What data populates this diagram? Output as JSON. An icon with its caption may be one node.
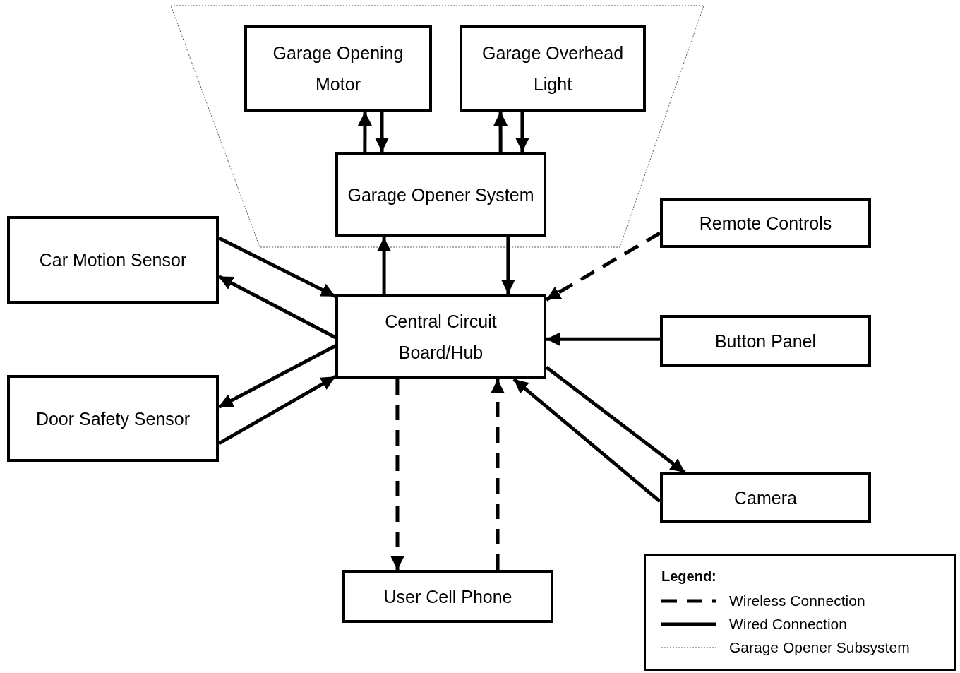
{
  "diagram": {
    "nodes": [
      {
        "text": [
          "Garage Opening Motor"
        ]
      },
      {
        "text": [
          "Garage Overhead Light"
        ]
      },
      {
        "text": [
          "Garage Opener System"
        ]
      },
      {
        "text": [
          "Car Motion Sensor"
        ]
      },
      {
        "text": [
          "Remote Controls"
        ]
      },
      {
        "text": [
          "Central Circuit Board/Hub"
        ]
      },
      {
        "text": [
          "Button Panel"
        ]
      },
      {
        "text": [
          "Door Safety Sensor"
        ]
      },
      {
        "text": [
          "Camera"
        ]
      },
      {
        "text": [
          "User Cell Phone"
        ]
      }
    ],
    "edges": [
      {
        "from": 2,
        "to": 0,
        "arrow": "to"
      },
      {
        "from": 0,
        "to": 2,
        "arrow": "to"
      },
      {
        "from": 2,
        "to": 1,
        "arrow": "to"
      },
      {
        "from": 1,
        "to": 2,
        "arrow": "to"
      },
      {
        "from": 5,
        "to": 2,
        "arrow": "to"
      },
      {
        "from": 2,
        "to": 5,
        "arrow": "to"
      },
      {
        "from": 3,
        "to": 5,
        "arrow": "to"
      },
      {
        "from": 5,
        "to": 3,
        "arrow": "to"
      },
      {
        "from": 5,
        "to": 7,
        "arrow": "to"
      },
      {
        "from": 7,
        "to": 5,
        "arrow": "to"
      },
      {
        "from": 4,
        "to": 5,
        "arrow": "to",
        "style": "dashed"
      },
      {
        "from": 6,
        "to": 5,
        "arrow": "to"
      },
      {
        "from": 5,
        "to": 8,
        "arrow": "to"
      },
      {
        "from": 8,
        "to": 5,
        "arrow": "to"
      },
      {
        "from": 5,
        "to": 9,
        "arrow": "to",
        "style": "dashed"
      },
      {
        "from": 9,
        "to": 5,
        "arrow": "to",
        "style": "dashed"
      }
    ],
    "labels": [
      "Legend:"
    ],
    "legend": [
      {
        "text": "Wireless Connection"
      },
      {
        "text": "Wired Connection"
      },
      {
        "text": "Garage Opener Subsystem"
      }
    ]
  }
}
